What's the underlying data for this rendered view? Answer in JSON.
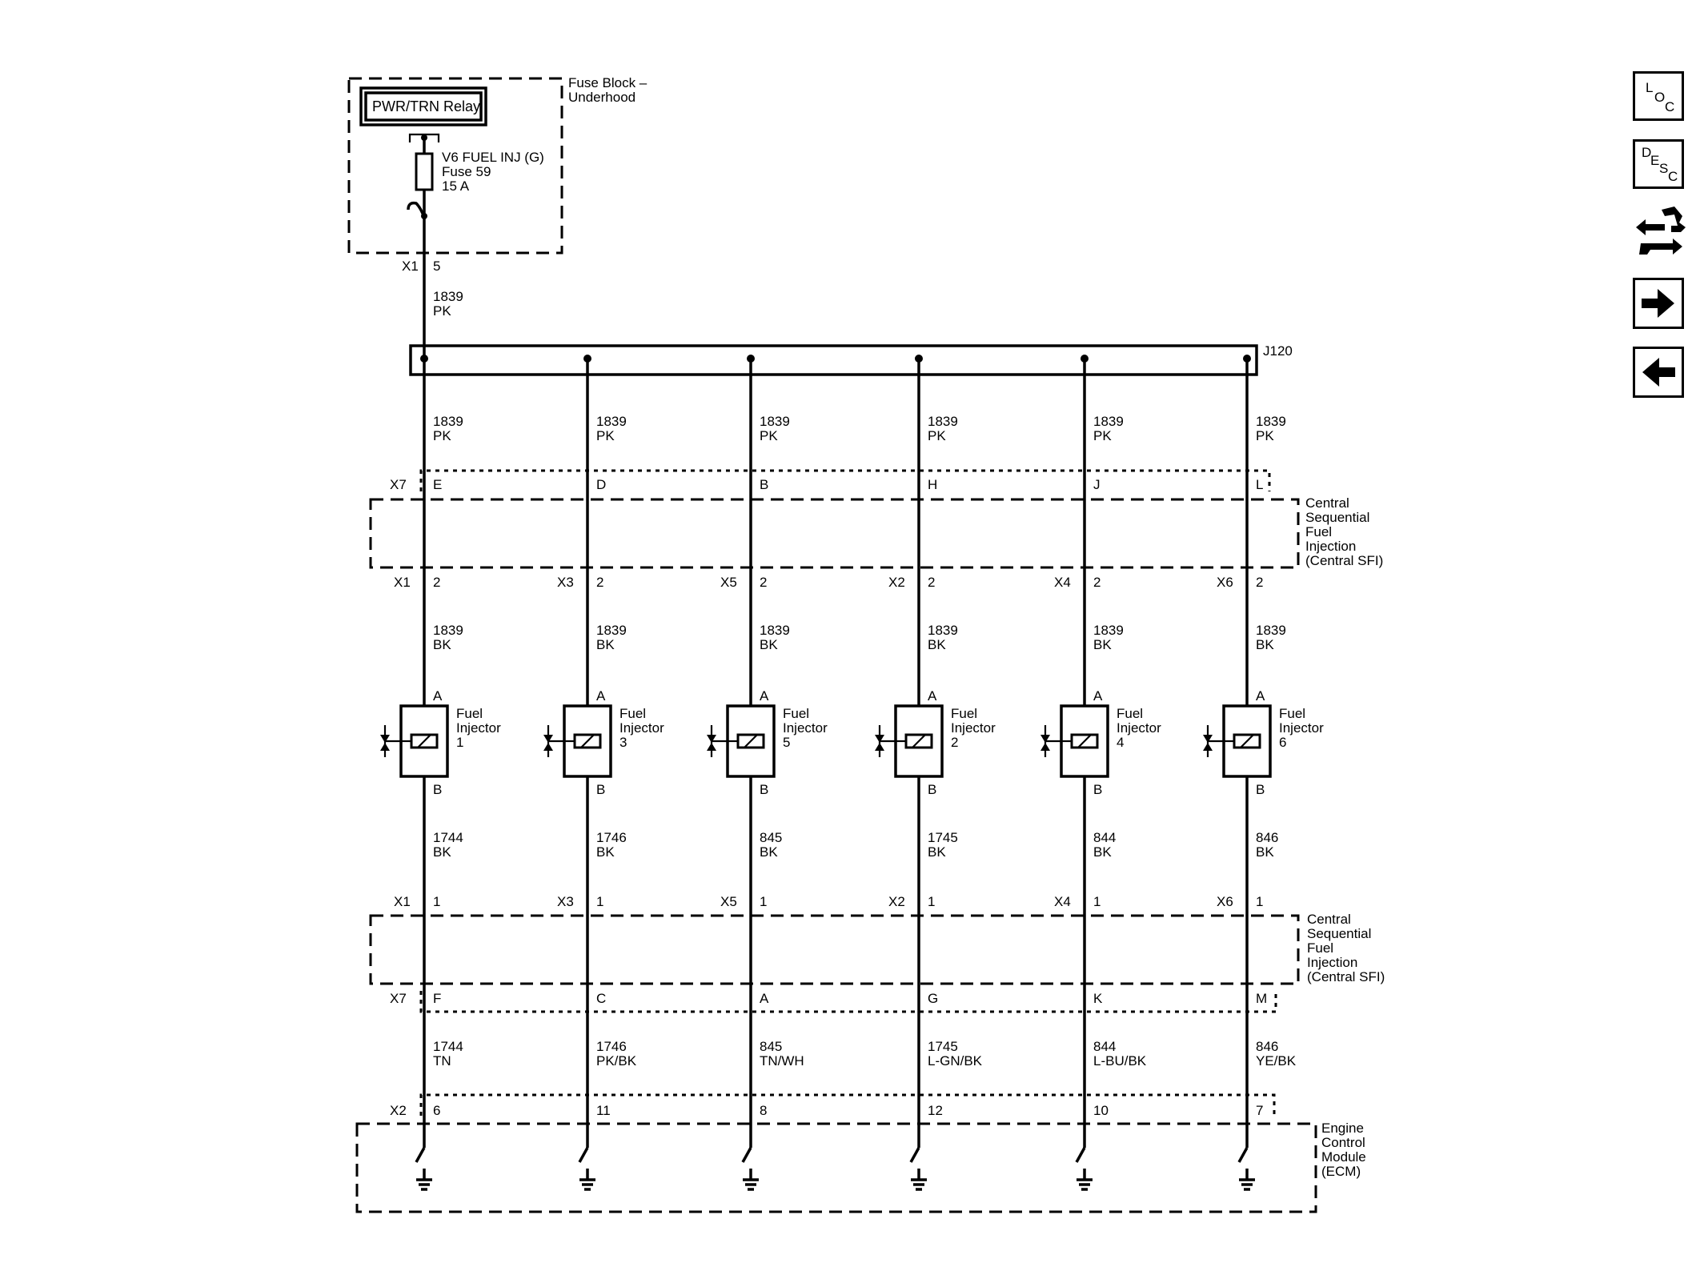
{
  "fuse_block": {
    "label_l1": "Fuse Block –",
    "label_l2": "Underhood",
    "relay": "PWR/TRN Relay",
    "fuse_name": "V6 FUEL INJ (G)",
    "fuse_number": "Fuse 59",
    "fuse_rating": "15 A",
    "connector": "X1",
    "pin": "5"
  },
  "feed_wire": {
    "circuit": "1839",
    "color": "PK"
  },
  "splice": "J120",
  "csfi_label": [
    "Central",
    "Sequential",
    "Fuel",
    "Injection",
    "(Central SFI)"
  ],
  "ecm_label": [
    "Engine",
    "Control",
    "Module",
    "(ECM)"
  ],
  "harness_top_connector": "X7",
  "harness_bottom_connector": "X7",
  "ecm_connector": "X2",
  "pin_a": "A",
  "pin_b": "B",
  "injector_word1": "Fuel",
  "injector_word2": "Injector",
  "branches": [
    {
      "splice_circuit": "1839",
      "splice_color": "PK",
      "x7_top_pin": "E",
      "csfi_conn": "X1",
      "csfi_top_pin": "2",
      "inj_feed_circuit": "1839",
      "inj_feed_color": "BK",
      "injector_num": "1",
      "inj_ret_circuit": "1744",
      "inj_ret_color": "BK",
      "csfi_bottom_pin": "1",
      "x7_bottom_pin": "F",
      "ecm_circuit": "1744",
      "ecm_color": "TN",
      "ecm_pin": "6"
    },
    {
      "splice_circuit": "1839",
      "splice_color": "PK",
      "x7_top_pin": "D",
      "csfi_conn": "X3",
      "csfi_top_pin": "2",
      "inj_feed_circuit": "1839",
      "inj_feed_color": "BK",
      "injector_num": "3",
      "inj_ret_circuit": "1746",
      "inj_ret_color": "BK",
      "csfi_bottom_pin": "1",
      "x7_bottom_pin": "C",
      "ecm_circuit": "1746",
      "ecm_color": "PK/BK",
      "ecm_pin": "11"
    },
    {
      "splice_circuit": "1839",
      "splice_color": "PK",
      "x7_top_pin": "B",
      "csfi_conn": "X5",
      "csfi_top_pin": "2",
      "inj_feed_circuit": "1839",
      "inj_feed_color": "BK",
      "injector_num": "5",
      "inj_ret_circuit": "845",
      "inj_ret_color": "BK",
      "csfi_bottom_pin": "1",
      "x7_bottom_pin": "A",
      "ecm_circuit": "845",
      "ecm_color": "TN/WH",
      "ecm_pin": "8"
    },
    {
      "splice_circuit": "1839",
      "splice_color": "PK",
      "x7_top_pin": "H",
      "csfi_conn": "X2",
      "csfi_top_pin": "2",
      "inj_feed_circuit": "1839",
      "inj_feed_color": "BK",
      "injector_num": "2",
      "inj_ret_circuit": "1745",
      "inj_ret_color": "BK",
      "csfi_bottom_pin": "1",
      "x7_bottom_pin": "G",
      "ecm_circuit": "1745",
      "ecm_color": "L-GN/BK",
      "ecm_pin": "12"
    },
    {
      "splice_circuit": "1839",
      "splice_color": "PK",
      "x7_top_pin": "J",
      "csfi_conn": "X4",
      "csfi_top_pin": "2",
      "inj_feed_circuit": "1839",
      "inj_feed_color": "BK",
      "injector_num": "4",
      "inj_ret_circuit": "844",
      "inj_ret_color": "BK",
      "csfi_bottom_pin": "1",
      "x7_bottom_pin": "K",
      "ecm_circuit": "844",
      "ecm_color": "L-BU/BK",
      "ecm_pin": "10"
    },
    {
      "splice_circuit": "1839",
      "splice_color": "PK",
      "x7_top_pin": "L",
      "csfi_conn": "X6",
      "csfi_top_pin": "2",
      "inj_feed_circuit": "1839",
      "inj_feed_color": "BK",
      "injector_num": "6",
      "inj_ret_circuit": "846",
      "inj_ret_color": "BK",
      "csfi_bottom_pin": "1",
      "x7_bottom_pin": "M",
      "ecm_circuit": "846",
      "ecm_color": "YE/BK",
      "ecm_pin": "7"
    }
  ],
  "sidebar": {
    "loc": {
      "l": "L",
      "o": "O",
      "c": "C"
    },
    "desc": {
      "d": "D",
      "e": "E",
      "s": "S",
      "c": "C"
    },
    "icons": [
      "connector-route-icon",
      "arrow-right-icon",
      "arrow-left-icon"
    ]
  }
}
